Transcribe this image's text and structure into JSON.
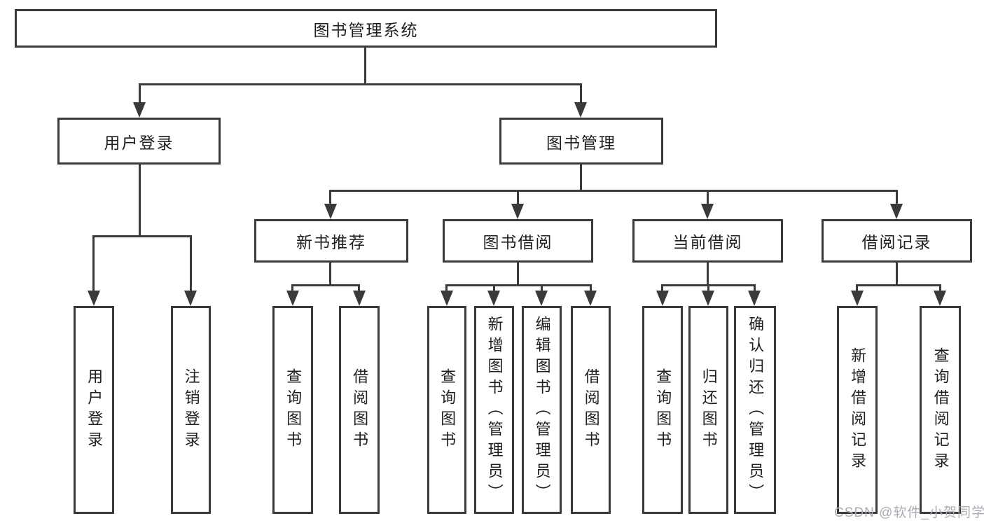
{
  "diagram": {
    "nodes": {
      "root": {
        "label": "图书管理系统"
      },
      "user_login": {
        "label": "用户登录"
      },
      "book_mgmt": {
        "label": "图书管理"
      },
      "new_book_rec": {
        "label": "新书推荐"
      },
      "book_borrow": {
        "label": "图书借阅"
      },
      "current_borrow": {
        "label": "当前借阅"
      },
      "borrow_record": {
        "label": "借阅记录"
      },
      "leaf_user_login": {
        "label": "用户登录"
      },
      "leaf_logout": {
        "label": "注销登录"
      },
      "leaf_query_book_1": {
        "label": "查询图书"
      },
      "leaf_borrow_book_1": {
        "label": "借阅图书"
      },
      "leaf_query_book_2": {
        "label": "查询图书"
      },
      "leaf_add_book": {
        "label": "新增图书（管理员）"
      },
      "leaf_edit_book": {
        "label": "编辑图书（管理员）"
      },
      "leaf_borrow_book_2": {
        "label": "借阅图书"
      },
      "leaf_query_book_3": {
        "label": "查询图书"
      },
      "leaf_return_book": {
        "label": "归还图书"
      },
      "leaf_confirm_return": {
        "label": "确认归还（管理员）"
      },
      "leaf_add_borrow_record": {
        "label": "新增借阅记录"
      },
      "leaf_query_borrow_record": {
        "label": "查询借阅记录"
      }
    },
    "colors": {
      "line": "#3a3a3a",
      "text": "#1f1f1f",
      "watermark": "#a8adb4",
      "background": "#ffffff"
    }
  },
  "watermark": {
    "text": "CSDN @软件_小贺同学"
  }
}
